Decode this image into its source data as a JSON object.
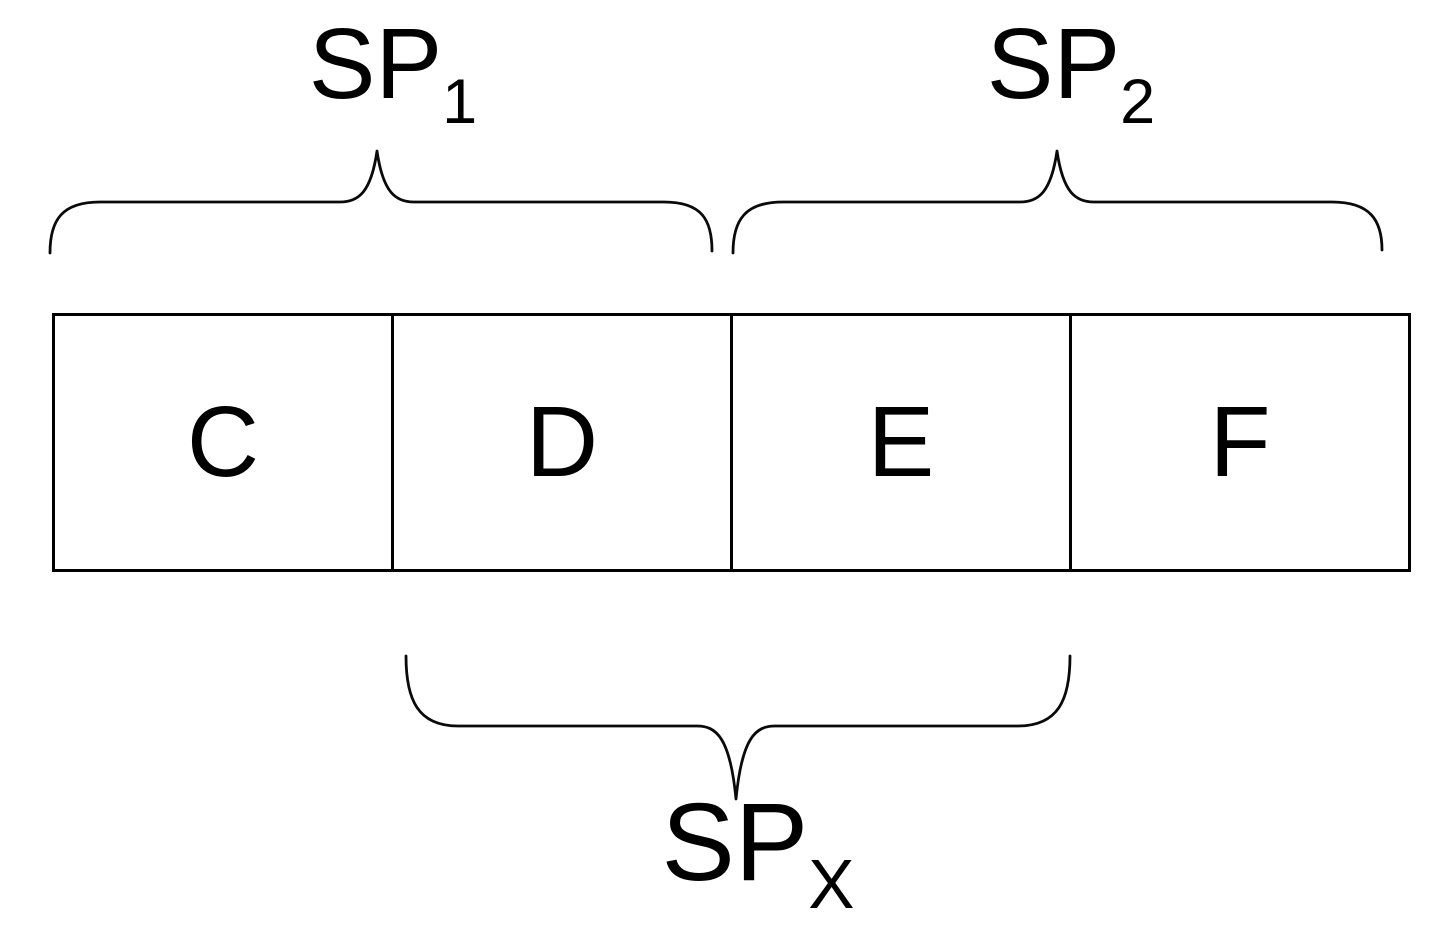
{
  "colors": {
    "background": "#ffffff",
    "stroke": "#000000",
    "text": "#000000"
  },
  "labels": {
    "sp1": {
      "main": "SP",
      "sub": "1"
    },
    "sp2": {
      "main": "SP",
      "sub": "2"
    },
    "spx": {
      "main": "SP",
      "sub": "X"
    }
  },
  "boxes": {
    "cells": [
      "C",
      "D",
      "E",
      "F"
    ]
  },
  "braces": [
    {
      "label": "SP1",
      "covers": [
        "C",
        "D"
      ],
      "direction": "up"
    },
    {
      "label": "SP2",
      "covers": [
        "E",
        "F"
      ],
      "direction": "up"
    },
    {
      "label": "SPX",
      "covers": [
        "D",
        "E"
      ],
      "direction": "down"
    }
  ]
}
